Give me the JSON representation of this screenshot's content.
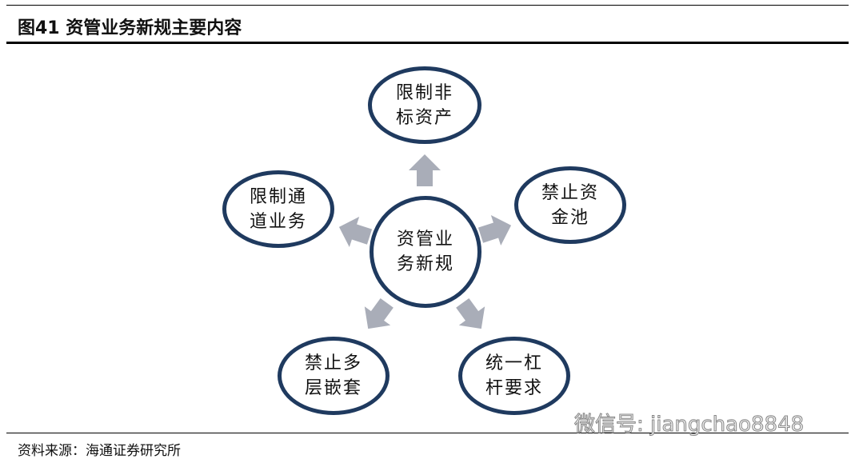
{
  "title": "图41 资管业务新规主要内容",
  "source": "资料来源：海通证券研究所",
  "watermark": "微信号: jiangchao8848",
  "center": "资管业务新规",
  "nodes": {
    "top": "限制非标资产",
    "left": "限制通道业务",
    "right": "禁止资金池",
    "bottom_left": "禁止多层嵌套",
    "bottom_right": "统一杠杆要求"
  },
  "colors": {
    "ring": "#1f3a5f",
    "arrow": "#a9adb8"
  }
}
